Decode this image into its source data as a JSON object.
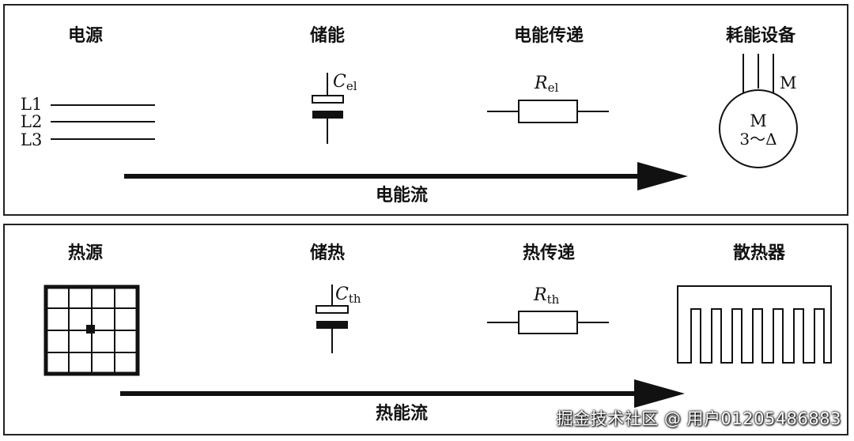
{
  "electric_panel": {
    "source_title": "电源",
    "storage_title": "储能",
    "transfer_title": "电能传递",
    "consumer_title": "耗能设备",
    "flow_label": "电能流",
    "lines": [
      "L1",
      "L2",
      "L3"
    ],
    "capacitor_main": "C",
    "capacitor_sub": "el",
    "resistor_main": "R",
    "resistor_sub": "el",
    "motor_wire_label": "M",
    "motor_line1": "M",
    "motor_line2": "3～Δ"
  },
  "thermal_panel": {
    "source_title": "热源",
    "storage_title": "储热",
    "transfer_title": "热传递",
    "sink_title": "散热器",
    "flow_label": "热能流",
    "capacitor_main": "C",
    "capacitor_sub": "th",
    "resistor_main": "R",
    "resistor_sub": "th"
  },
  "watermark": "掘金技术社区 @ 用户01205486883"
}
